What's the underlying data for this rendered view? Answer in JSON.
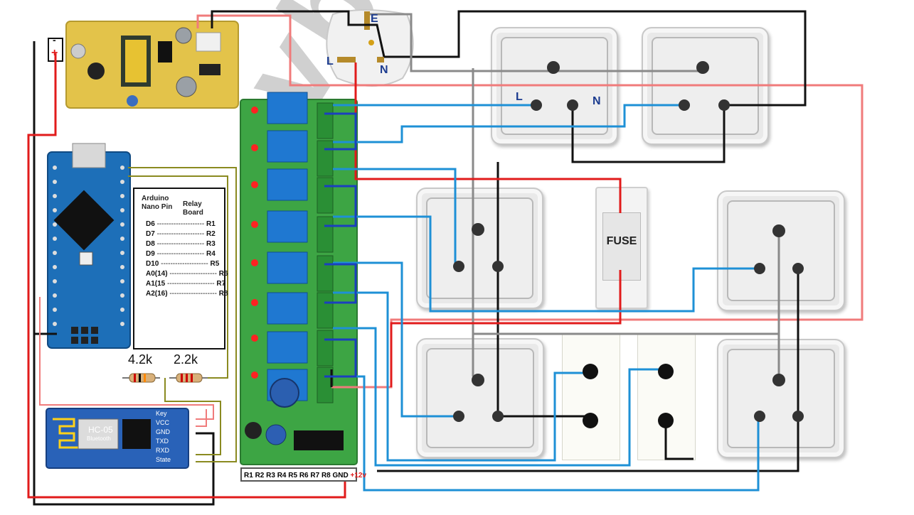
{
  "plug": {
    "earth": "E",
    "live": "L",
    "neutral": "N"
  },
  "socket_labels": {
    "live": "L",
    "neutral": "N"
  },
  "fuse": {
    "label": "FUSE"
  },
  "resistors": {
    "r1": "4.2k",
    "r2": "2.2k"
  },
  "bluetooth": {
    "model": "HC-05",
    "subtitle": "Bluetooth",
    "pins": [
      "Key",
      "VCC",
      "GND",
      "TXD",
      "RXD",
      "State"
    ]
  },
  "pin_table": {
    "header_left_line1": "Arduino",
    "header_left_line2": "Nano Pin",
    "header_right": "Relay Board",
    "rows": [
      {
        "pin": "D6",
        "relay": "R1"
      },
      {
        "pin": "D7",
        "relay": "R2"
      },
      {
        "pin": "D8",
        "relay": "R3"
      },
      {
        "pin": "D9",
        "relay": "R4"
      },
      {
        "pin": "D10",
        "relay": "R5"
      },
      {
        "pin": "A0(14)",
        "relay": "R6"
      },
      {
        "pin": "A1(15",
        "relay": "R7"
      },
      {
        "pin": "A2(16)",
        "relay": "R8"
      }
    ]
  },
  "relay_board": {
    "pin_labels": [
      "R1",
      "R2",
      "R3",
      "R4",
      "R5",
      "R6",
      "R7",
      "R8",
      "GND",
      "+12v"
    ]
  },
  "power_module": {
    "plus": "+",
    "minus": "-"
  },
  "watermark": "vbots",
  "colors": {
    "live_wire": "#e11b1b",
    "neutral_wire": "#111111",
    "signal_wire": "#1e90d6",
    "earth_wire": "#8a8a8a",
    "mains_wire": "#f07b7b",
    "arduino_blue": "#1d6fb8",
    "relay_blue": "#1f78d1",
    "pcb_green": "#3da544",
    "module_pcb": "#e3c34a"
  }
}
